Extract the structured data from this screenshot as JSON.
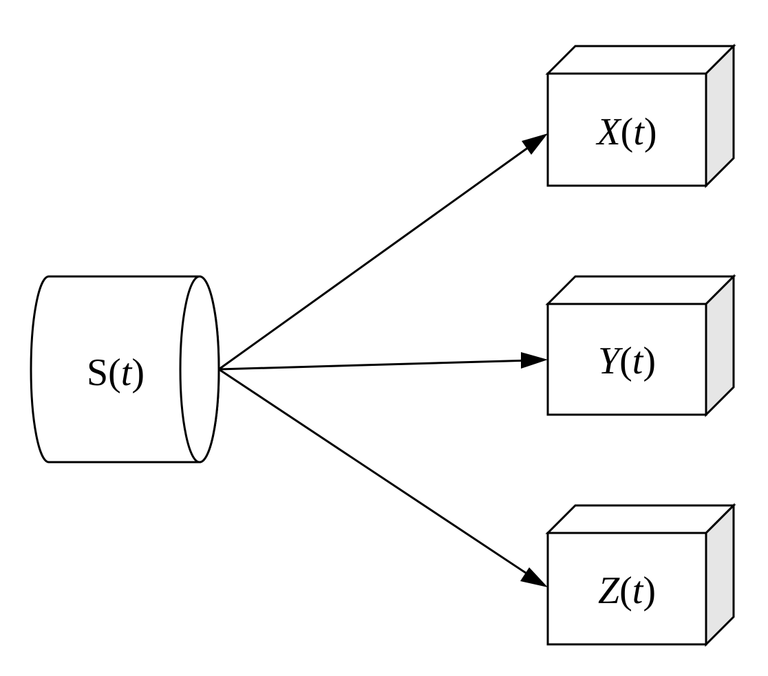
{
  "source": {
    "label_prefix": "S(",
    "label_var": "t",
    "label_suffix": ")"
  },
  "targets": [
    {
      "var": "X",
      "open": "(",
      "arg": "t",
      "close": ")"
    },
    {
      "var": "Y",
      "open": "(",
      "arg": "t",
      "close": ")"
    },
    {
      "var": "Z",
      "open": "(",
      "arg": "t",
      "close": ")"
    }
  ],
  "colors": {
    "stroke": "#000000",
    "box_side": "#e6e6e6",
    "background": "#ffffff"
  }
}
